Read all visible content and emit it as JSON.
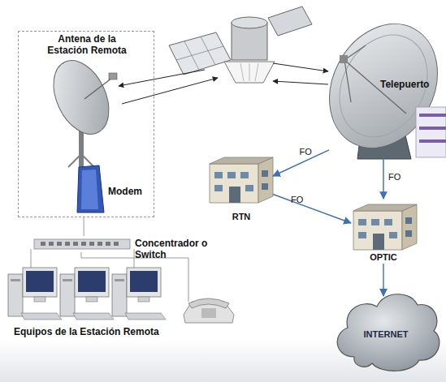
{
  "diagram": {
    "nodes": [
      {
        "text": [
          "Antena de la Estación Remota"
        ]
      },
      {
        "text": [
          "Modem"
        ],
        "in": 0
      },
      {
        "text": [
          "Telepuerto"
        ]
      },
      {
        "text": [
          "RTN"
        ]
      },
      {
        "text": [
          "OPTIC"
        ]
      },
      {
        "text": [
          "INTERNET"
        ]
      },
      {
        "text": [
          "Concentrador o Switch"
        ]
      },
      {
        "text": [
          "Equipos de la Estación Remota"
        ]
      }
    ],
    "edges": [
      {
        "from": 2,
        "to": 3,
        "label": "FO",
        "arrow": "to"
      },
      {
        "from": 2,
        "to": 4,
        "label": "FO",
        "arrow": "to"
      },
      {
        "from": 3,
        "to": 4,
        "label": "FO",
        "arrow": "to"
      },
      {
        "from": 4,
        "to": 5,
        "arrow": "to"
      },
      {
        "from": 1,
        "to": 6,
        "arrow": "none"
      },
      {
        "from": 6,
        "to": 7,
        "arrow": "none"
      }
    ]
  }
}
